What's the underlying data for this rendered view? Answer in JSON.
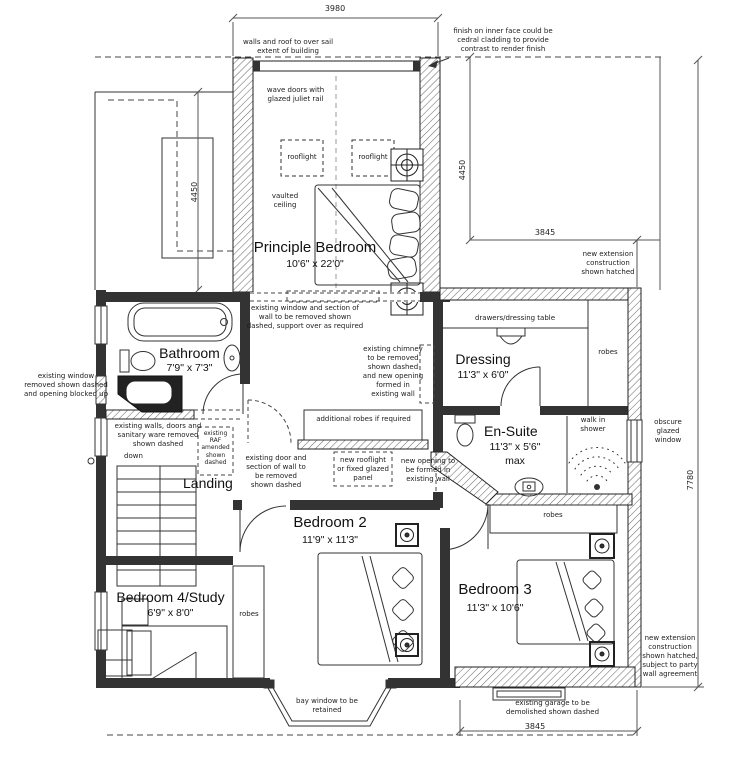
{
  "drawing": {
    "rooms": {
      "principle_bedroom": {
        "name": "Principle Bedroom",
        "size": "10'6\" x 22'0\""
      },
      "bathroom": {
        "name": "Bathroom",
        "size": "7'9\" x 7'3\""
      },
      "landing": {
        "name": "Landing"
      },
      "dressing": {
        "name": "Dressing",
        "size": "11'3\" x 6'0\""
      },
      "ensuite": {
        "name": "En-Suite",
        "size": "11'3\" x 5'6\"",
        "qualifier": "max"
      },
      "bedroom2": {
        "name": "Bedroom 2",
        "size": "11'9\" x 11'3\""
      },
      "bedroom3": {
        "name": "Bedroom 3",
        "size": "11'3\" x 10'6\""
      },
      "bedroom4": {
        "name": "Bedroom 4/Study",
        "size": "6'9\" x 8'0\""
      }
    },
    "notes": {
      "oversail": "walls and roof to over sail extent of building",
      "cladding": "finish on inner face could be cedral cladding to provide contrast to render finish",
      "wave_doors": "wave doors with glazed juliet rail",
      "vaulted_ceiling": "vaulted ceiling",
      "window_wall_removed": "existing window and section of wall to be removed shown dashed, support over as required",
      "chimney_removed": "existing chimney to be removed shown dashed and new opening formed in existing wall",
      "window_blocked": "existing window removed shown dashed and opening blocked up",
      "walls_removed": "existing walls, doors and sanitary ware removed shown dashed",
      "raf_amended": "existing RAF amended shown dashed",
      "door_removed": "existing door and section of wall to be removed shown dashed",
      "new_rooflight": "new rooflight or fixed glazed panel",
      "new_opening": "new opening to be formed in existing wall",
      "additional_robes": "additional robes if required",
      "extension_hatched": "new extension construction shown hatched",
      "extension_party_wall": "new extension construction shown hatched, subject to party wall agreement",
      "obscure_window": "obscure glazed window",
      "bay_window": "bay window to be retained",
      "garage_demolished": "existing garage to be demolished shown dashed"
    },
    "labels": {
      "rooflight": "rooflight",
      "robes": "robes",
      "down": "down",
      "drawers": "drawers/dressing table",
      "walk_in_shower": "walk in shower"
    },
    "dimensions": {
      "top_width": "3980",
      "left_height": "4450",
      "right_height": "4450",
      "extension_width": "3845",
      "overall_depth": "7780",
      "garage_width": "3845"
    },
    "colors": {
      "line": "#1c1c1c",
      "wall": "#333333",
      "background": "#ffffff"
    }
  }
}
